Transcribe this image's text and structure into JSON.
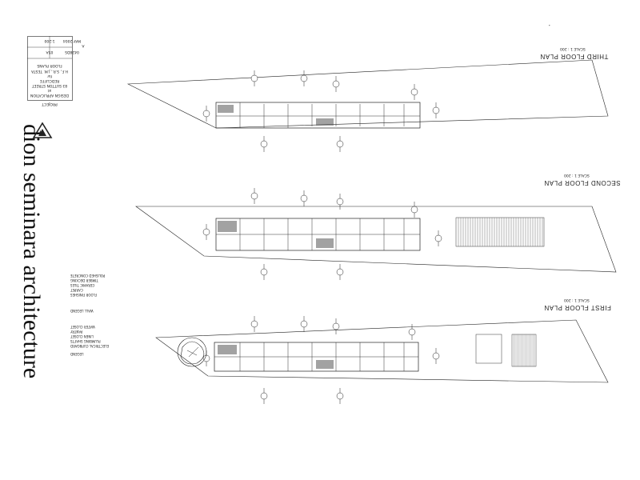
{
  "brand": "dion seminara architecture",
  "title_block": {
    "project_label": "PROJECT",
    "lines": [
      "DESIGN APPLICATION",
      "at",
      "83 SUTTON STREET",
      "REDCLIFFE",
      "for",
      "H.F., S.R., J.M. TESTA",
      "FLOOR PLANS"
    ],
    "scale": "1:200",
    "date": "MAY 2004",
    "sheet": "05A",
    "job": "0428DS",
    "revision": "A"
  },
  "legend": {
    "title": "LEGEND",
    "items": [
      "ELECTRICAL CUPBOARD",
      "PLUMBING SHAFTS",
      "LINEN CLOSET",
      "PANTRY",
      "WATER CLOSET",
      "WALL LEGEND",
      "FLOOR FINISHES",
      "CARPET",
      "CERAMIC TILES",
      "TIMBER DECKING",
      "POLISHED CONCRETE"
    ]
  },
  "plans": [
    {
      "title": "THIRD FLOOR PLAN",
      "scale": "SCALE 1 : 200"
    },
    {
      "title": "SECOND FLOOR PLAN",
      "scale": "SCALE 1 : 200"
    },
    {
      "title": "FIRST FLOOR PLAN",
      "scale": "SCALE 1 : 200"
    }
  ],
  "colors": {
    "ink": "#222222",
    "hatch": "#555555",
    "paper": "#ffffff"
  }
}
